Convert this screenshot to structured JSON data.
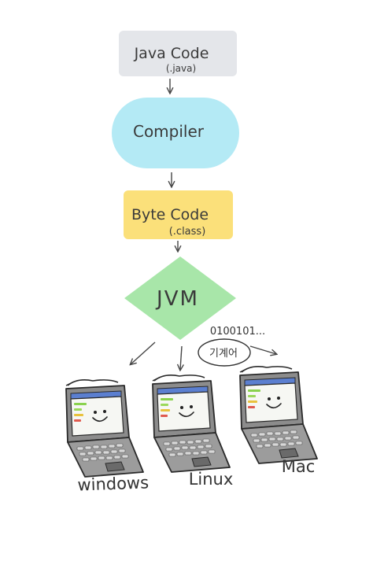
{
  "nodes": {
    "java_code": {
      "title": "Java Code",
      "subtitle": "(.java)",
      "color": "#e4e6ea"
    },
    "compiler": {
      "title": "Compiler",
      "color": "#b4eaf5"
    },
    "byte_code": {
      "title": "Byte Code",
      "subtitle": "(.class)",
      "color": "#fbe07a"
    },
    "jvm": {
      "title": "JVM",
      "color": "#a8e6a9"
    }
  },
  "machine_code": {
    "binary": "0100101...",
    "label": "기계어"
  },
  "platforms": [
    {
      "name": "windows",
      "icon": "smiling-laptop-icon"
    },
    {
      "name": "Linux",
      "icon": "smiling-laptop-icon"
    },
    {
      "name": "Mac",
      "icon": "smiling-laptop-icon"
    }
  ]
}
